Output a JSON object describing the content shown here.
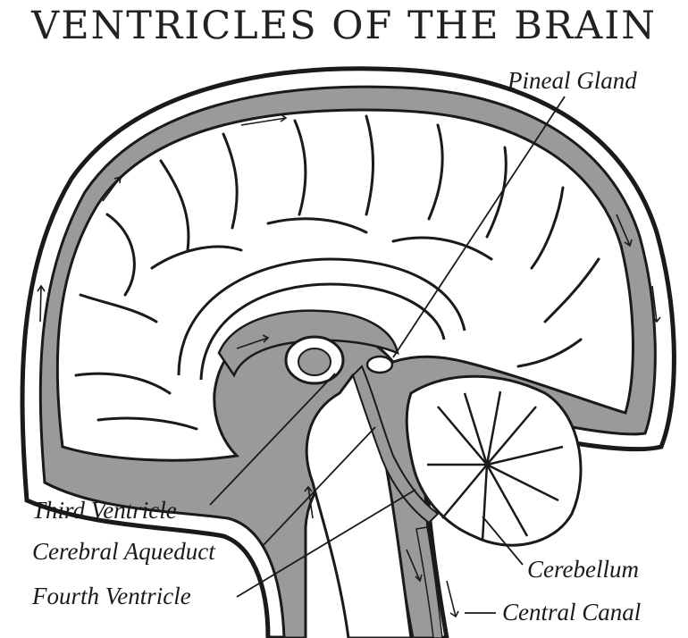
{
  "title": "VENTRICLES OF THE BRAIN",
  "labels": {
    "pineal_gland": "Pineal Gland",
    "third_ventricle": "Third Ventricle",
    "cerebral_aqueduct": "Cerebral Aqueduct",
    "fourth_ventricle": "Fourth Ventricle",
    "cerebellum": "Cerebellum",
    "central_canal": "Central Canal"
  },
  "colors": {
    "ink": "#1a1a1a",
    "csf_fill": "#9a9a9a",
    "brain_fill": "#ffffff",
    "background": "#ffffff"
  }
}
